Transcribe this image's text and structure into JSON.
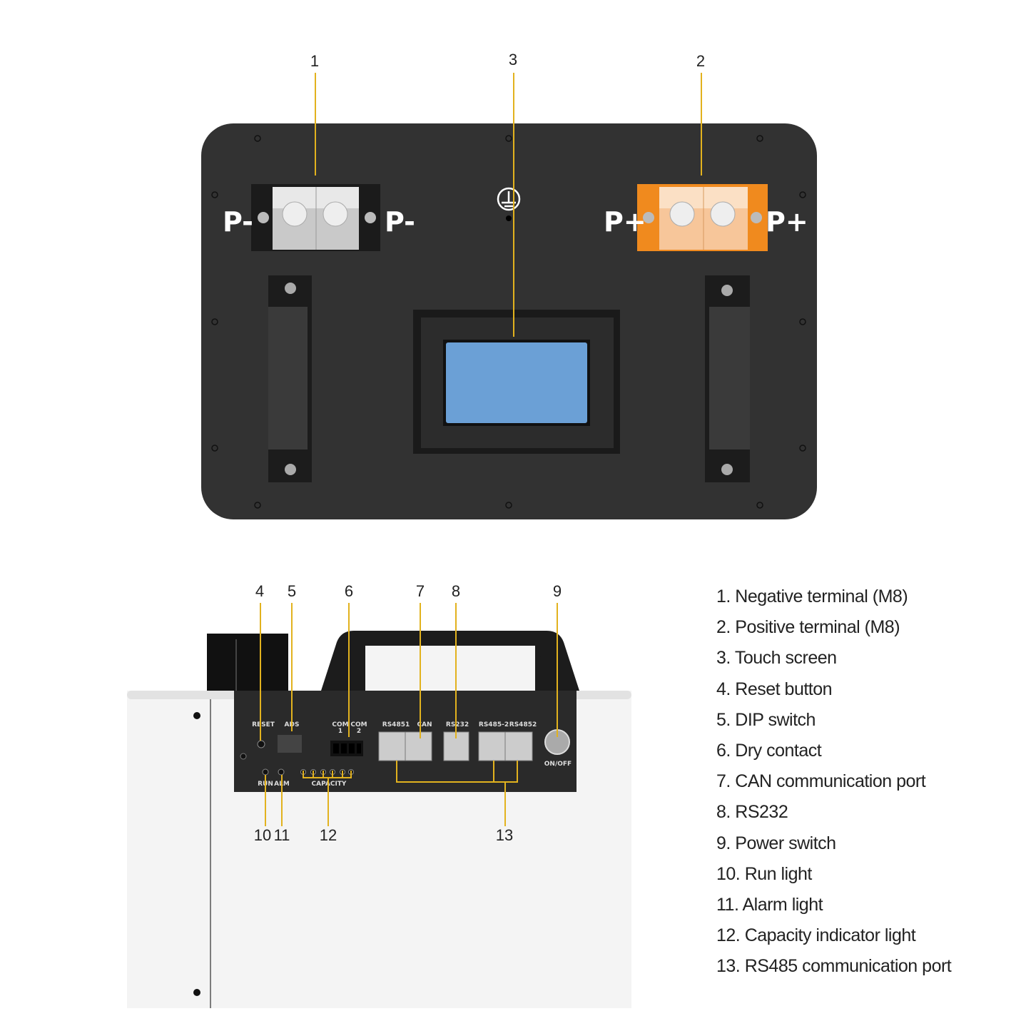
{
  "callout_numbers": [
    "1",
    "2",
    "3",
    "4",
    "5",
    "6",
    "7",
    "8",
    "9",
    "10",
    "11",
    "12",
    "13"
  ],
  "top_panel": {
    "negative_labels": [
      "P-",
      "P-"
    ],
    "positive_labels": [
      "P+",
      "P+"
    ]
  },
  "control_panel": {
    "reset": "RESET",
    "ads": "ADS",
    "com1": "COM",
    "com1_n": "1",
    "com2": "COM",
    "com2_n": "2",
    "rs4851": "RS4851",
    "can": "CAN",
    "rs232": "RS232",
    "rs485_2": "RS485-2",
    "rs4852": "RS4852",
    "on_off": "ON/OFF",
    "run": "RUN",
    "alm": "ALM",
    "capacity": "CAPACITY"
  },
  "legend": [
    "1. Negative terminal (M8)",
    "2. Positive terminal (M8)",
    "3. Touch screen",
    "4.  Reset button",
    "5. DIP switch",
    "6. Dry contact",
    "7. CAN communication port",
    "8. RS232",
    "9. Power switch",
    "10. Run light",
    "11. Alarm light",
    "12. Capacity indicator light",
    "13. RS485 communication port"
  ],
  "colors": {
    "leader": "#e2b21e",
    "panel": "#333333",
    "positive": "#f08a1e",
    "screen": "#6ba0d6"
  }
}
